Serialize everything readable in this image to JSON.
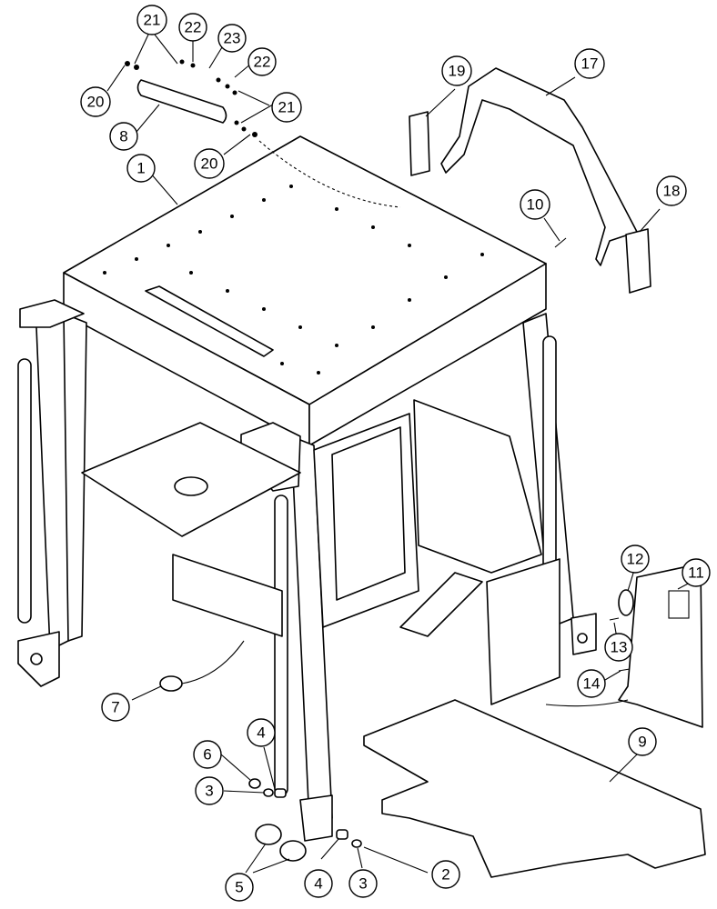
{
  "diagram": {
    "callouts": [
      {
        "id": "c21a",
        "label": "21"
      },
      {
        "id": "c22a",
        "label": "22"
      },
      {
        "id": "c23",
        "label": "23"
      },
      {
        "id": "c22b",
        "label": "22"
      },
      {
        "id": "c20a",
        "label": "20"
      },
      {
        "id": "c21b",
        "label": "21"
      },
      {
        "id": "c8",
        "label": "8"
      },
      {
        "id": "c20b",
        "label": "20"
      },
      {
        "id": "c1",
        "label": "1"
      },
      {
        "id": "c19",
        "label": "19"
      },
      {
        "id": "c17",
        "label": "17"
      },
      {
        "id": "c10",
        "label": "10"
      },
      {
        "id": "c18",
        "label": "18"
      },
      {
        "id": "c12",
        "label": "12"
      },
      {
        "id": "c11",
        "label": "11"
      },
      {
        "id": "c13",
        "label": "13"
      },
      {
        "id": "c14",
        "label": "14"
      },
      {
        "id": "c7",
        "label": "7"
      },
      {
        "id": "c9",
        "label": "9"
      },
      {
        "id": "c4a",
        "label": "4"
      },
      {
        "id": "c6",
        "label": "6"
      },
      {
        "id": "c3a",
        "label": "3"
      },
      {
        "id": "c2",
        "label": "2"
      },
      {
        "id": "c5",
        "label": "5"
      },
      {
        "id": "c4b",
        "label": "4"
      },
      {
        "id": "c3b",
        "label": "3"
      }
    ]
  }
}
